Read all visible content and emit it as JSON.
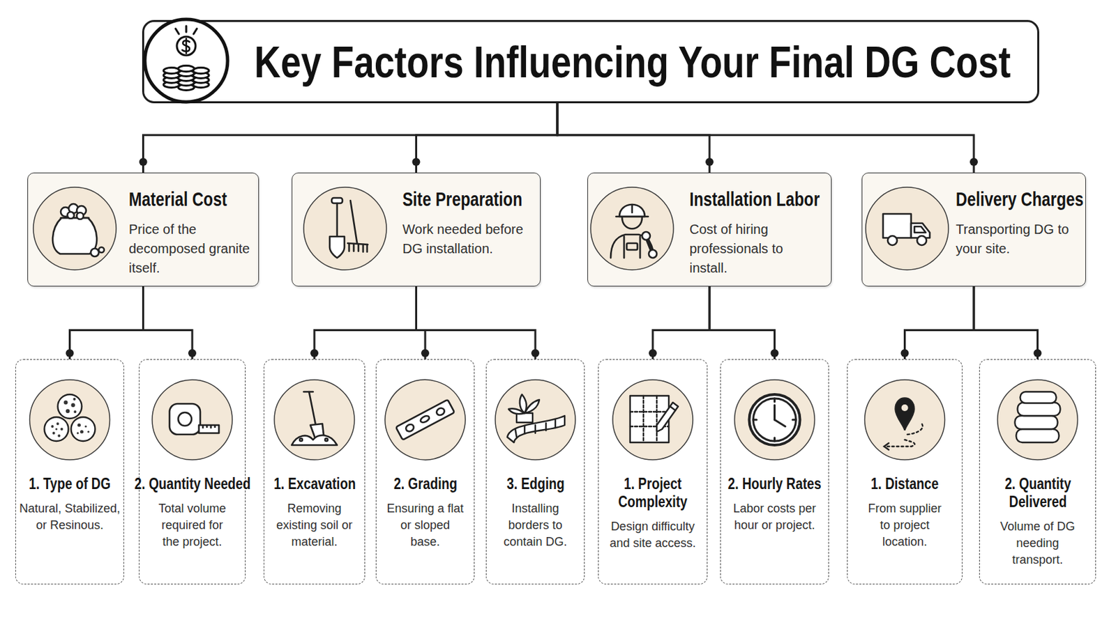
{
  "diagram": {
    "nodes": [
      {
        "text": [
          "Key Factors Influencing Your Final DG Cost"
        ]
      },
      {
        "text": [
          "Material Cost",
          "Price of the decomposed granite itself."
        ]
      },
      {
        "text": [
          "Site Preparation",
          "Work needed before DG installation."
        ]
      },
      {
        "text": [
          "Installation Labor",
          "Cost of hiring professionals to install."
        ]
      },
      {
        "text": [
          "Delivery Charges",
          "Transporting DG to your site."
        ]
      },
      {
        "text": [
          "1. Type of DG",
          "Natural, Stabilized, or Resinous."
        ]
      },
      {
        "text": [
          "2. Quantity Needed",
          "Total volume required for the project."
        ]
      },
      {
        "text": [
          "1. Excavation",
          "Removing existing soil or material."
        ]
      },
      {
        "text": [
          "2. Grading",
          "Ensuring a flat or sloped base."
        ]
      },
      {
        "text": [
          "3. Edging",
          "Installing borders to contain DG."
        ]
      },
      {
        "text": [
          "1. Project Complexity",
          "Design difficulty and site access."
        ]
      },
      {
        "text": [
          "2. Hourly Rates",
          "Labor costs per hour or project."
        ]
      },
      {
        "text": [
          "1. Distance",
          "From supplier to project location."
        ]
      },
      {
        "text": [
          "2. Quantity Delivered",
          "Volume of DG needing transport."
        ]
      }
    ],
    "edges": [
      {
        "from": 0,
        "to": 1,
        "arrow": "none"
      },
      {
        "from": 0,
        "to": 2,
        "arrow": "none"
      },
      {
        "from": 0,
        "to": 3,
        "arrow": "none"
      },
      {
        "from": 0,
        "to": 4,
        "arrow": "none"
      },
      {
        "from": 1,
        "to": 5,
        "arrow": "none"
      },
      {
        "from": 1,
        "to": 6,
        "arrow": "none"
      },
      {
        "from": 2,
        "to": 7,
        "arrow": "none"
      },
      {
        "from": 2,
        "to": 8,
        "arrow": "none"
      },
      {
        "from": 2,
        "to": 9,
        "arrow": "none"
      },
      {
        "from": 3,
        "to": 10,
        "arrow": "none"
      },
      {
        "from": 3,
        "to": 11,
        "arrow": "none"
      },
      {
        "from": 4,
        "to": 12,
        "arrow": "none"
      },
      {
        "from": 4,
        "to": 13,
        "arrow": "none"
      }
    ]
  }
}
